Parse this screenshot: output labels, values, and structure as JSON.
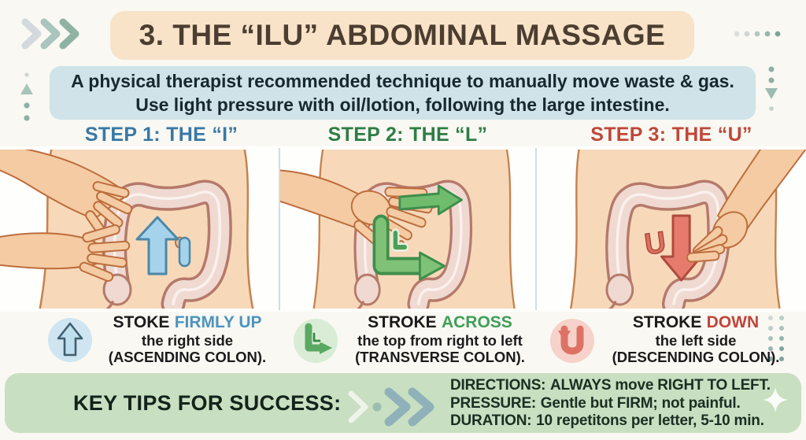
{
  "page": {
    "bg": "#f9f8f3"
  },
  "header": {
    "title": "3. THE “ILU” ABDOMINAL MASSAGE",
    "bg": "#f8e3c9",
    "text_color": "#4c3d30"
  },
  "intro": {
    "line1": "A physical therapist recommended technique to manually move waste & gas.",
    "line2": "Use light pressure with oil/lotion, following the large intestine.",
    "bg": "#cfe3e9"
  },
  "steps": [
    {
      "header": "STEP 1: THE “I”",
      "accent": "#3878a5",
      "caption_word": "STOKE",
      "caption_highlight": "FIRMLY UP",
      "caption_line2": "the right side",
      "caption_line3": "(ASCENDING COLON).",
      "icon": "up-arrow-circle",
      "overlay": "blue-up-arrow-with-I-bar"
    },
    {
      "header": "STEP 2: THE “L”",
      "accent": "#2e7d45",
      "caption_word": "STROKE",
      "caption_highlight": "ACROSS",
      "caption_line2": "the top from right to left",
      "caption_line3": "(TRANSVERSE COLON).",
      "icon": "l-arrow-circle",
      "overlay": "green-right-arrow-and-L-arrow"
    },
    {
      "header": "STEP 3: THE “U”",
      "accent": "#bf4739",
      "caption_word": "STROKE",
      "caption_highlight": "DOWN",
      "caption_line2": "the left side",
      "caption_line3": "(DESCENDING COLON).",
      "icon": "u-arrow-circle",
      "overlay_letter": "U",
      "overlay": "red-down-arrow-with-U"
    }
  ],
  "key_tips": {
    "title": "KEY TIPS FOR SUCCESS:",
    "bg": "#c8dfc1",
    "lines": [
      {
        "label": "DIRECTIONS:",
        "text": "ALWAYS move RIGHT TO LEFT."
      },
      {
        "label": "PRESSURE:",
        "text": "Gentle but FIRM; not painful."
      },
      {
        "label": "DURATION:",
        "text": "10 repetitons per letter, 5-10 min."
      }
    ]
  },
  "icons": {
    "top_left": "triple-chevron-right",
    "top_right": "dot-row",
    "left_edge": "dots-and-triangle-up",
    "right_edge": "dots-and-triangle-down",
    "tips_chevrons": "chevron-dot-double-chevron",
    "sparkle": "four-point-star",
    "dot_grid": "teal-dot-grid"
  }
}
